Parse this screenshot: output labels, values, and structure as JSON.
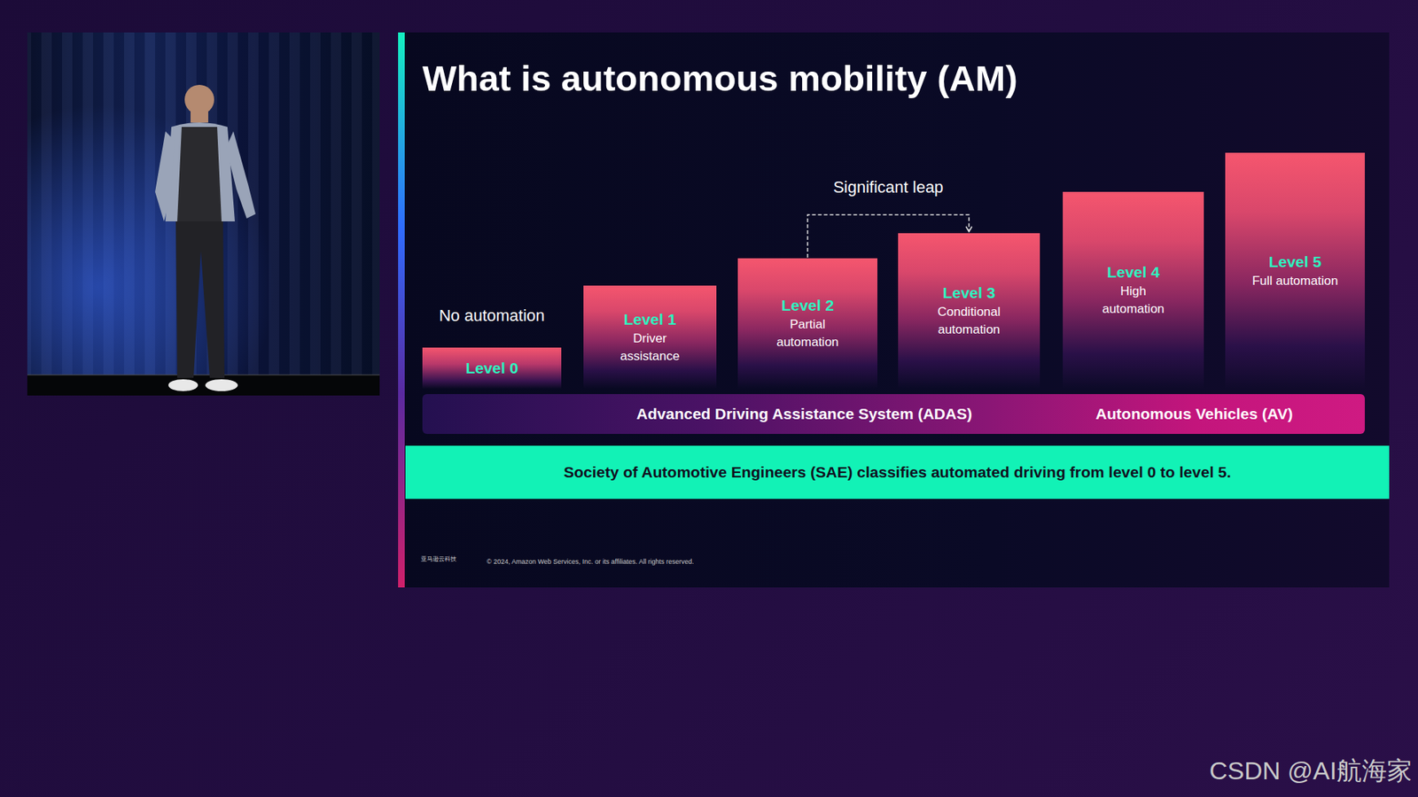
{
  "diagram": {
    "title": "What is autonomous mobility (AM)",
    "nodes": [
      {
        "text": [
          "No automation",
          "Level 0"
        ]
      },
      {
        "text": [
          "Level 1",
          "Driver assistance"
        ]
      },
      {
        "text": [
          "Level 2",
          "Partial automation"
        ]
      },
      {
        "text": [
          "Level 3",
          "Conditional automation"
        ]
      },
      {
        "text": [
          "Level 4",
          "High automation"
        ]
      },
      {
        "text": [
          "Level 5",
          "Full automation"
        ]
      },
      {
        "text": [
          "Advanced Driving Assistance System (ADAS)",
          "Autonomous Vehicles (AV)"
        ]
      },
      {
        "text": [
          "Society of Automotive Engineers (SAE) classifies automated driving from level 0 to level 5."
        ]
      }
    ],
    "edges": [
      {
        "from": 2,
        "to": 3,
        "label": "Significant leap",
        "arrow": "to"
      }
    ],
    "labels": [
      "亚马逊云科技",
      "© 2024, Amazon Web Services, Inc. or its affiliates. All rights reserved.",
      "CSDN @AI航海家"
    ]
  }
}
